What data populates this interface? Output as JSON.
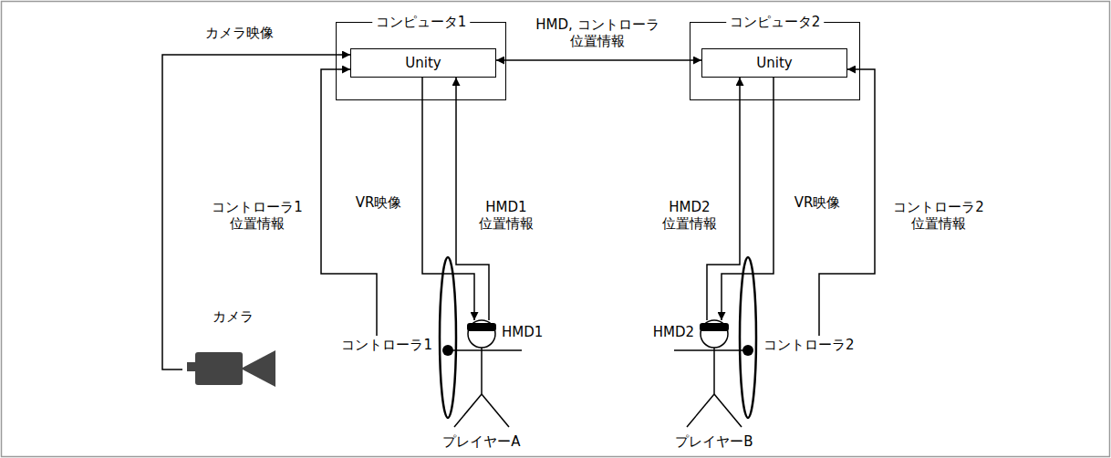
{
  "diagram": {
    "nodes": [
      {
        "text": [
          "コンピュータ1"
        ]
      },
      {
        "text": [
          "Unity"
        ],
        "in": 0
      },
      {
        "text": [
          "コンピュータ2"
        ]
      },
      {
        "text": [
          "Unity"
        ],
        "in": 2
      },
      {
        "text": [
          "カメラ"
        ]
      },
      {
        "text": [
          "コントローラ1"
        ]
      },
      {
        "text": [
          "HMD1"
        ]
      },
      {
        "text": [
          "プレイヤーA"
        ]
      },
      {
        "text": [
          "HMD2"
        ]
      },
      {
        "text": [
          "コントローラ2"
        ]
      },
      {
        "text": [
          "プレイヤーB"
        ]
      }
    ],
    "edges": [
      {
        "from": 4,
        "to": 1,
        "arrow": "to",
        "label": "カメラ映像"
      },
      {
        "from": 1,
        "to": 3,
        "arrow": "both",
        "label": "HMD, コントローラ 位置情報"
      },
      {
        "from": 5,
        "to": 1,
        "arrow": "to",
        "label": "コントローラ1 位置情報"
      },
      {
        "from": 1,
        "to": 6,
        "arrow": "to",
        "label": "VR映像"
      },
      {
        "from": 6,
        "to": 1,
        "arrow": "to",
        "label": "HMD1 位置情報"
      },
      {
        "from": 8,
        "to": 3,
        "arrow": "to",
        "label": "HMD2 位置情報"
      },
      {
        "from": 3,
        "to": 8,
        "arrow": "to",
        "label": "VR映像"
      },
      {
        "from": 9,
        "to": 3,
        "arrow": "to",
        "label": "コントローラ2 位置情報"
      }
    ]
  }
}
